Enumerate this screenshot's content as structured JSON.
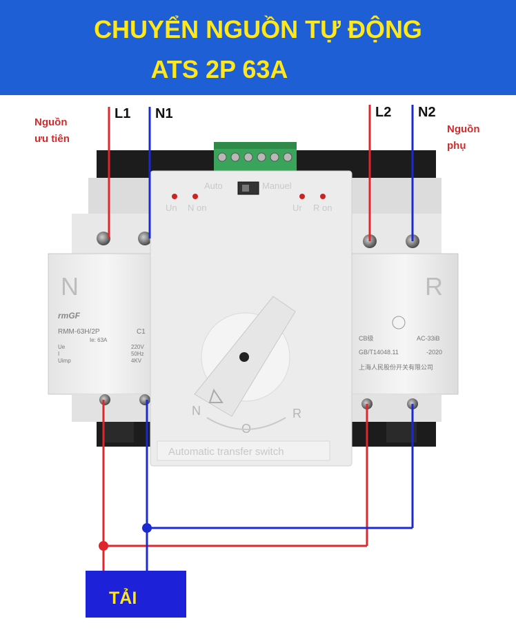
{
  "header": {
    "title_line1": "CHUYỂN NGUỒN TỰ ĐỘNG",
    "title_line2": "ATS 2P 63A"
  },
  "terminals": {
    "l1": "L1",
    "n1": "N1",
    "l2": "L2",
    "n2": "N2"
  },
  "sources": {
    "primary_line1": "Nguồn",
    "primary_line2": "ưu tiên",
    "secondary_line1": "Nguồn",
    "secondary_line2": "phụ"
  },
  "device": {
    "mode_auto": "Auto",
    "mode_manual": "Manuel",
    "led_un_left": "Un",
    "led_n_on": "N on",
    "led_un_right": "Ur",
    "led_r_on": "R on",
    "side_left": "N",
    "side_right": "R",
    "brand": "rmGF",
    "model": "RMM-63H/2P",
    "channel": "C1",
    "spec_ue": "Ue",
    "spec_i": "I",
    "spec_uimp": "Uimp",
    "spec_ie": "Ie: 63A",
    "spec_v": "220V",
    "spec_hz": "50Hz",
    "spec_kv": "4KV",
    "cert_std": "CB级",
    "cert_cat": "AC-33iB",
    "cert_gb": "GB/T14048.11",
    "cert_year": "-2020",
    "maker": "上海人民股份开关有限公司",
    "dial_n": "N",
    "dial_o": "O",
    "dial_r": "R",
    "bottom_label": "Automatic transfer switch"
  },
  "load": {
    "label": "TẢI"
  },
  "colors": {
    "banner_bg": "#1e5fd6",
    "banner_text": "#ffe81a",
    "phase_wire": "#e0262b",
    "neutral_wire": "#1a2ad0",
    "load_box": "#1d22d8"
  }
}
